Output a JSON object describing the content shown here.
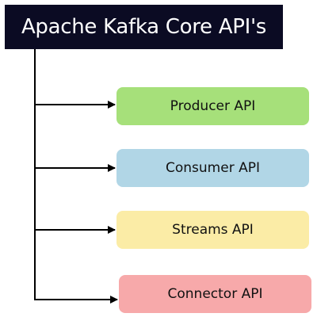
{
  "diagram": {
    "title": "Apache Kafka Core API's",
    "title_background": "#0b0b23",
    "title_color": "#ffffff",
    "connector_color": "#000000",
    "items": [
      {
        "label": "Producer API",
        "color": "#a6e07a"
      },
      {
        "label": "Consumer API",
        "color": "#b1d6e6"
      },
      {
        "label": "Streams API",
        "color": "#fbeca6"
      },
      {
        "label": "Connector API",
        "color": "#f7a9aa"
      }
    ]
  }
}
